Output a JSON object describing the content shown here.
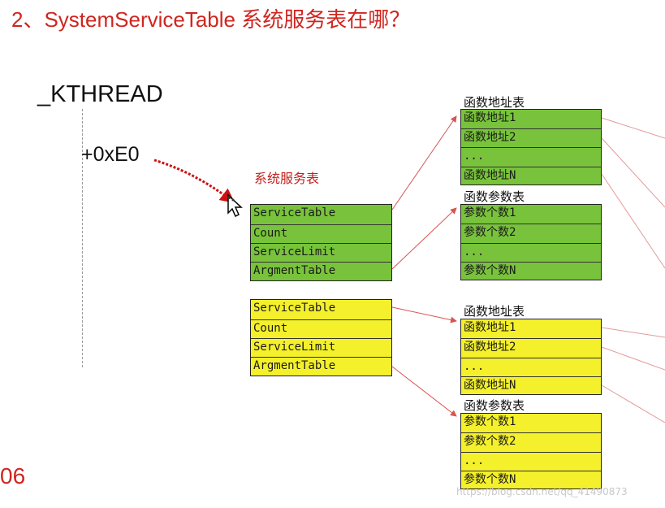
{
  "title": "2、SystemServiceTable 系统服务表在哪？",
  "kthread_label": "_KTHREAD",
  "offset_label": "+0xE0",
  "sst_label": "系统服务表",
  "green": {
    "service_table": [
      "ServiceTable",
      "Count",
      "ServiceLimit",
      "ArgmentTable"
    ],
    "func_table": {
      "header": "函数地址表",
      "rows": [
        "函数地址1",
        "函数地址2",
        "...",
        "函数地址N"
      ]
    },
    "param_table": {
      "header": "函数参数表",
      "rows": [
        "参数个数1",
        "参数个数2",
        "...",
        "参数个数N"
      ]
    }
  },
  "yellow": {
    "service_table": [
      "ServiceTable",
      "Count",
      "ServiceLimit",
      "ArgmentTable"
    ],
    "func_table": {
      "header": "函数地址表",
      "rows": [
        "函数地址1",
        "函数地址2",
        "...",
        "函数地址N"
      ]
    },
    "param_table": {
      "header": "函数参数表",
      "rows": [
        "参数个数1",
        "参数个数2",
        "...",
        "参数个数N"
      ]
    }
  },
  "page_number": "06",
  "watermark": "https://blog.csdn.net/qq_41490873",
  "colors": {
    "title": "#d0251f",
    "green": "#78c33b",
    "yellow": "#f4f02b",
    "arrow": "#d9534f",
    "pointer": "#cc1111"
  }
}
